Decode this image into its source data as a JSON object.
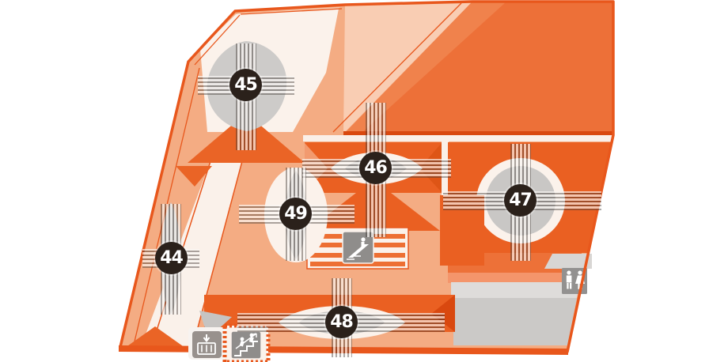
{
  "map": {
    "name": "mall-floor-plan",
    "markers": [
      {
        "id": "store-44",
        "label": "44"
      },
      {
        "id": "store-45",
        "label": "45"
      },
      {
        "id": "store-46",
        "label": "46"
      },
      {
        "id": "store-47",
        "label": "47"
      },
      {
        "id": "store-48",
        "label": "48"
      },
      {
        "id": "store-49",
        "label": "49"
      }
    ],
    "facilities": [
      {
        "id": "elevator",
        "icon": "elevator-down-icon"
      },
      {
        "id": "stairs",
        "icon": "stairs-up-icon"
      },
      {
        "id": "escalator",
        "icon": "escalator-icon"
      },
      {
        "id": "restroom",
        "icon": "restroom-icon"
      }
    ],
    "colors": {
      "accent": "#E8571C",
      "store_orange": "#EA6022",
      "store_orange_light": "#F08148",
      "walkway_salmon": "#F4AC83",
      "walkway_pale": "#F9CDB3",
      "room_white": "#FBF2EB",
      "facility_gray": "#CBC9C7",
      "facility_gray_light": "#DEDCDA",
      "icon_gray": "#8F8D8B",
      "badge_dark": "#2B211B",
      "edge_dark": "#D9480F"
    }
  }
}
